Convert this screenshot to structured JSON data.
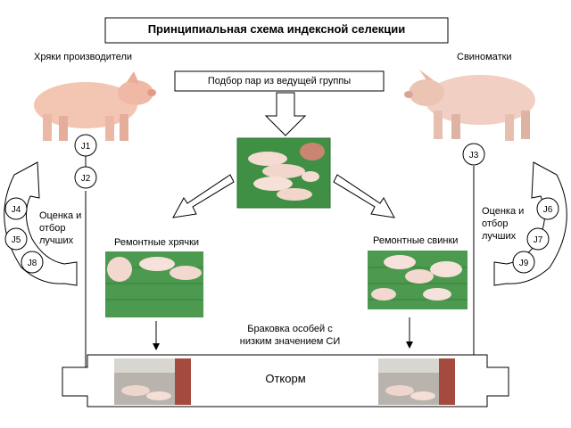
{
  "title": "Принципиальная схема индексной селекции",
  "boars_label": "Хряки производители",
  "sows_label": "Свиноматки",
  "pairs_label": "Подбор пар из ведущей группы",
  "left_eval_label": [
    "Оценка и",
    "отбор",
    "лучших"
  ],
  "right_eval_label": [
    "Оценка и",
    "отбор",
    "лучших"
  ],
  "repair_boars_label": "Ремонтные хрячки",
  "repair_gilts_label": "Ремонтные свинки",
  "culling_label": [
    "Браковка особей с",
    "низким значением СИ"
  ],
  "fattening_label": "Откорм",
  "nodes": {
    "j1": "J1",
    "j2": "J2",
    "j3": "J3",
    "j4": "J4",
    "j5": "J5",
    "j8": "J8",
    "j6": "J6",
    "j7": "J7",
    "j9": "J9"
  }
}
